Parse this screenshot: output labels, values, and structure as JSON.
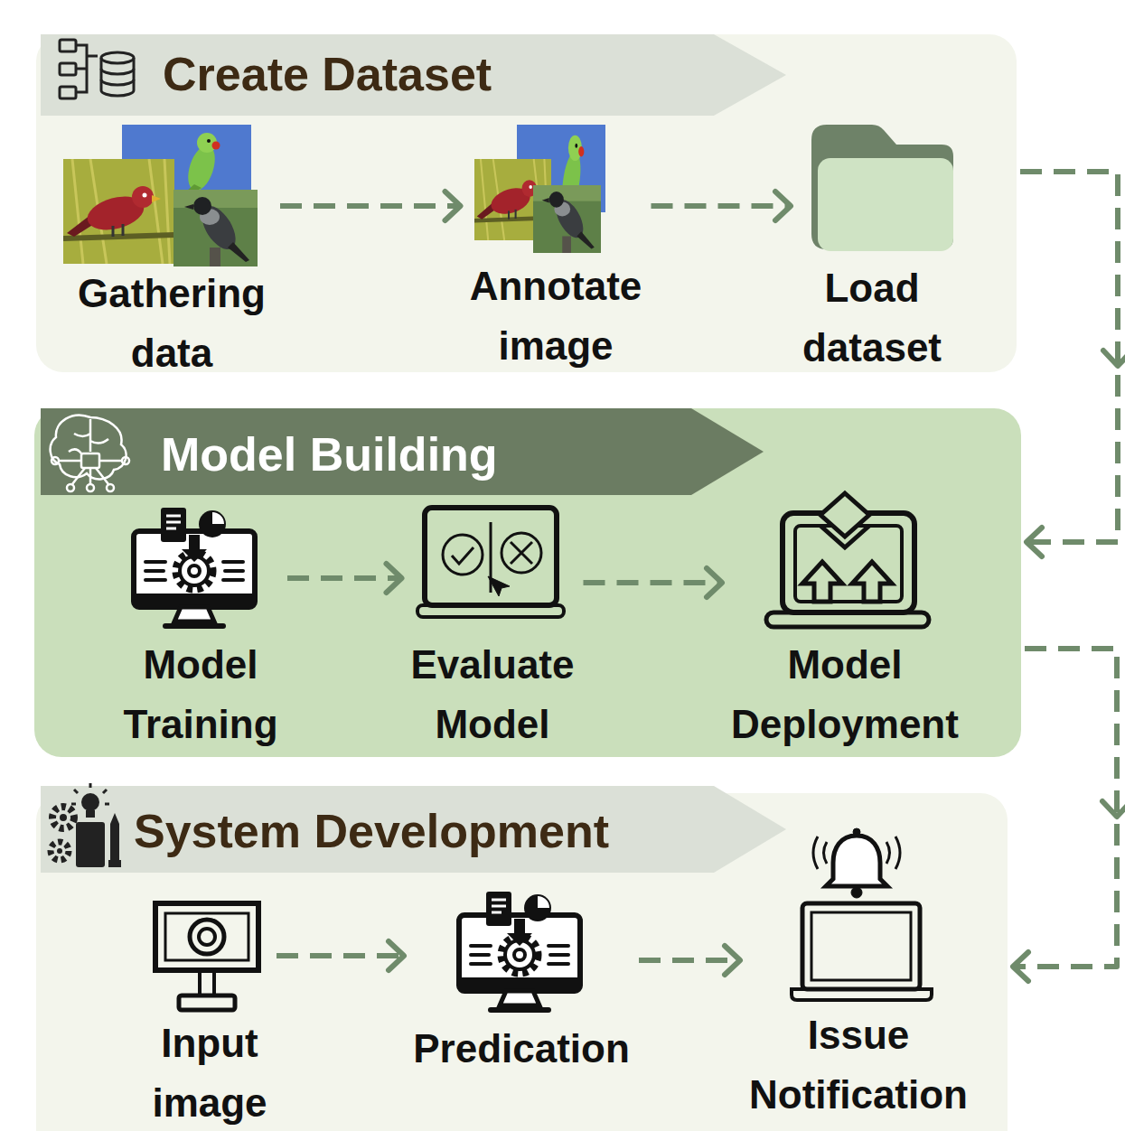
{
  "diagram": {
    "nodes": [
      {
        "text": [
          "Create Dataset"
        ]
      },
      {
        "text": [
          "Gathering data"
        ],
        "in": 0
      },
      {
        "text": [
          "Annotate image"
        ],
        "in": 0
      },
      {
        "text": [
          "Load dataset"
        ],
        "in": 0
      },
      {
        "text": [
          "Model Building"
        ]
      },
      {
        "text": [
          "Model Training"
        ],
        "in": 4
      },
      {
        "text": [
          "Evaluate Model"
        ],
        "in": 4
      },
      {
        "text": [
          "Model Deployment"
        ],
        "in": 4
      },
      {
        "text": [
          "System Development"
        ]
      },
      {
        "text": [
          "Input image"
        ],
        "in": 8
      },
      {
        "text": [
          "Predication"
        ],
        "in": 8
      },
      {
        "text": [
          "Issue Notification"
        ],
        "in": 8
      }
    ],
    "edges": [
      {
        "from": 1,
        "to": 2,
        "arrow": "to"
      },
      {
        "from": 2,
        "to": 3,
        "arrow": "to"
      },
      {
        "from": 0,
        "to": 4,
        "arrow": "to"
      },
      {
        "from": 5,
        "to": 6,
        "arrow": "to"
      },
      {
        "from": 6,
        "to": 7,
        "arrow": "to"
      },
      {
        "from": 4,
        "to": 8,
        "arrow": "to"
      },
      {
        "from": 9,
        "to": 10,
        "arrow": "to"
      },
      {
        "from": 10,
        "to": 11,
        "arrow": "to"
      }
    ]
  }
}
